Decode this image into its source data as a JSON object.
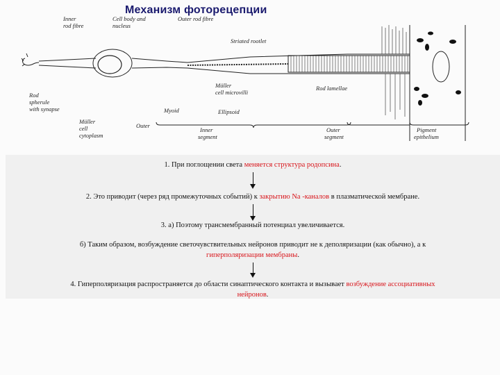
{
  "title": "Механизм фоторецепции",
  "labels": {
    "inner_rod_fibre": [
      "Inner",
      "rod fibre"
    ],
    "cell_body": [
      "Cell body and",
      "nucleus"
    ],
    "outer_rod_fibre": "Outer rod fibre",
    "striated_rootlet": "Striated rootlet",
    "muller_microvilli": [
      "Müller",
      "cell microvilli"
    ],
    "rod_lamellae": "Rod lamellae",
    "rod_spherule": [
      "Rod",
      "spherule",
      "with synapse"
    ],
    "muller_cytoplasm": [
      "Müller",
      "cell",
      "cytoplasm"
    ],
    "myoid": "Myoid",
    "ellipsoid": "Ellipsoid",
    "outer": "Outer",
    "inner_segment": [
      "Inner",
      "segment"
    ],
    "outer_segment": [
      "Outer",
      "segment"
    ],
    "pigment_epithelium": [
      "Pigment",
      "epithelium"
    ]
  },
  "steps": {
    "s1": {
      "a": "1. При поглощении света ",
      "b": "меняется структура родопсина",
      "c": "."
    },
    "s2": {
      "a": "2. Это приводит (через ряд промежуточных событий) к ",
      "b": "закрытию Na  -каналов",
      "c": " в плазматической мембране."
    },
    "s3": "3. а) Поэтому трансмембранный потенциал увеличивается.",
    "s3b": {
      "a": "б) Таким образом, возбуждение светочувствительных нейронов приводит не к деполяризации (как обычно), а к",
      "b": "гиперполяризации мембраны",
      "c": "."
    },
    "s4": {
      "a": "4. Гиперполяризация распространяется до области синаптического контакта и вызывает ",
      "b": "возбуждение ассоциативных",
      "b2": "нейронов",
      "c": "."
    }
  },
  "colors": {
    "title": "#1a1a6e",
    "highlight": "#d8141a"
  }
}
